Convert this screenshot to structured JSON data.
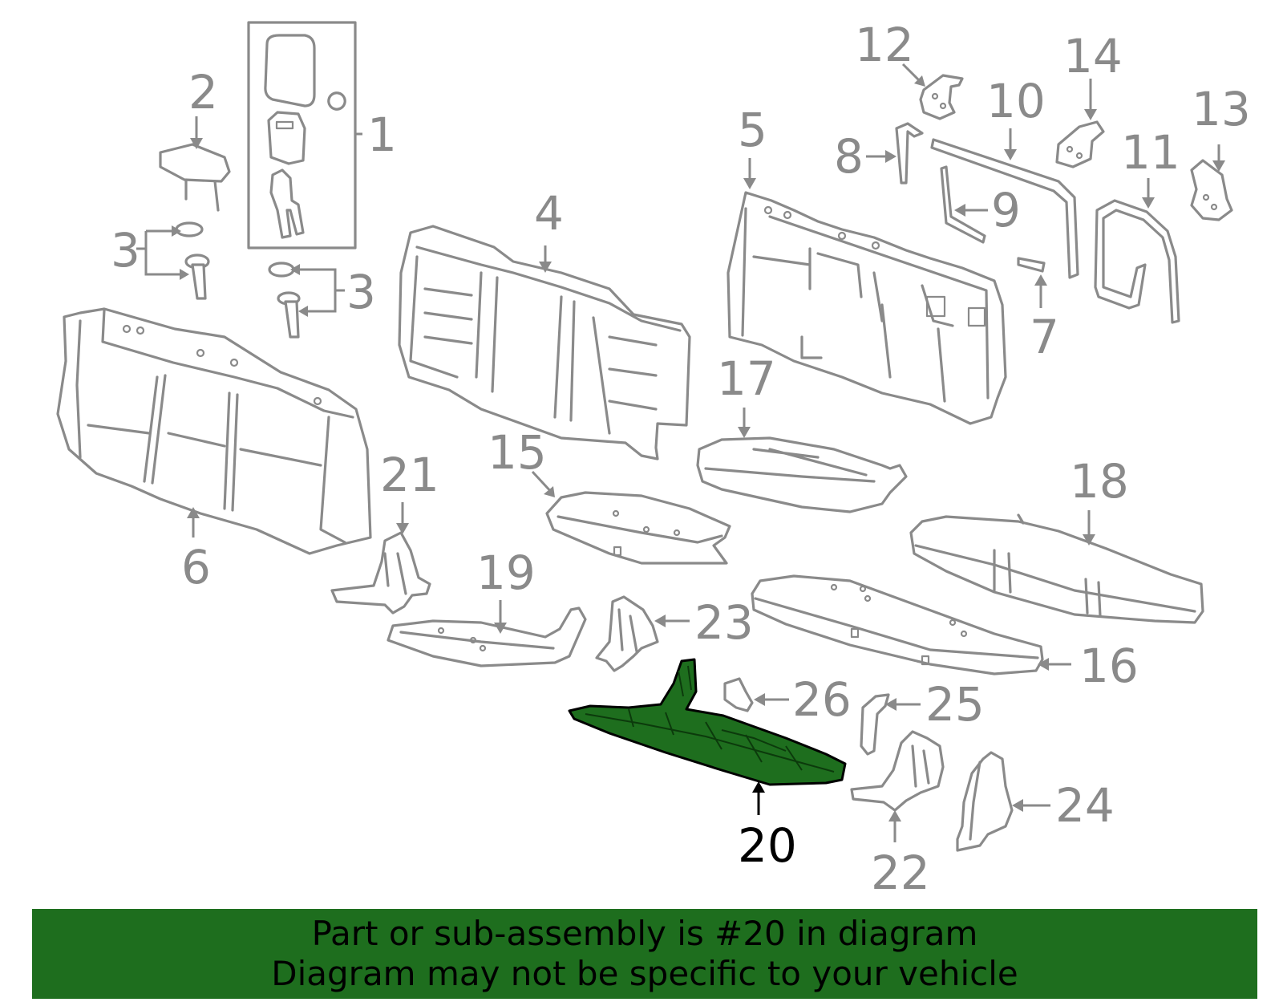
{
  "highlighted_part": "20",
  "callouts": {
    "c1": "1",
    "c2": "2",
    "c3a": "3",
    "c3b": "3",
    "c4": "4",
    "c5": "5",
    "c6": "6",
    "c7": "7",
    "c8": "8",
    "c9": "9",
    "c10": "10",
    "c11": "11",
    "c12": "12",
    "c13": "13",
    "c14": "14",
    "c15": "15",
    "c16": "16",
    "c17": "17",
    "c18": "18",
    "c19": "19",
    "c20": "20",
    "c21": "21",
    "c22": "22",
    "c23": "23",
    "c24": "24",
    "c25": "25",
    "c26": "26"
  },
  "banner": {
    "line1": "Part or sub-assembly is #20 in diagram",
    "line2": "Diagram may not be specific to your vehicle"
  },
  "colors": {
    "highlight_fill": "#1e6e1e",
    "banner_background": "#1e6e1e",
    "part_stroke": "#8a8a8a",
    "highlight_text": "#000000"
  }
}
